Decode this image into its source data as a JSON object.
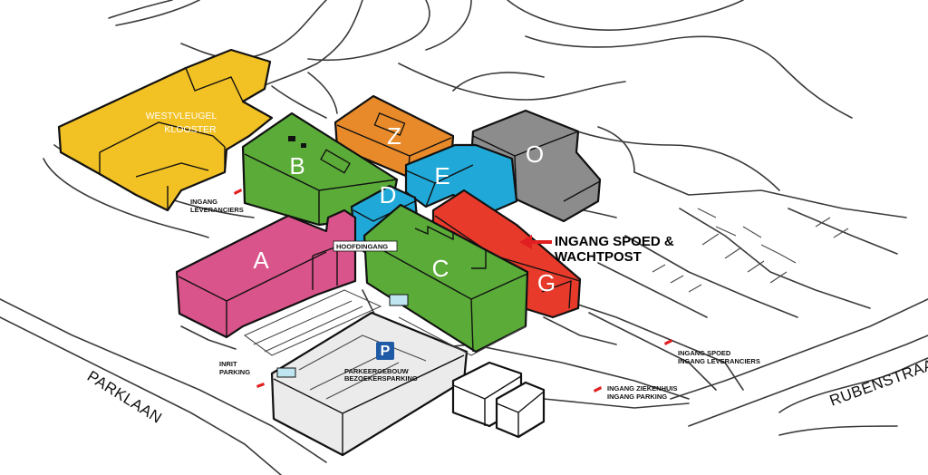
{
  "colors": {
    "westvleugel": "#f2c124",
    "A": "#d9548a",
    "B": "#5aab38",
    "C": "#5aab38",
    "D": "#20a9d8",
    "E": "#20a9d8",
    "G": "#e83a2b",
    "O": "#8c8c8c",
    "Z": "#e88a2a",
    "parking": "#ebebeb",
    "arrow": "#e02020",
    "p_sign": "#1f5aa6"
  },
  "buildings": {
    "westvleugel_line1": "WESTVLEUGEL",
    "westvleugel_line2": "KLOOSTER",
    "A": "A",
    "B": "B",
    "C": "C",
    "D": "D",
    "E": "E",
    "G": "G",
    "O": "O",
    "Z": "Z",
    "parking_sign": "P",
    "parking_label_line1": "PARKEERGEBOUW",
    "parking_label_line2": "BEZOEKERSPARKING"
  },
  "labels": {
    "ingang_leveranciers_1": "INGANG",
    "ingang_leveranciers_2": "LEVERANCIERS",
    "hoofdingang": "HOOFDINGANG",
    "inrit_parking_1": "INRIT",
    "inrit_parking_2": "PARKING",
    "ingang_spoed_1": "INGANG SPOED",
    "ingang_spoed_2": "INGANG LEVERANCIERS",
    "ingang_ziekenhuis_1": "INGANG ZIEKENHUIS",
    "ingang_ziekenhuis_2": "INGANG PARKING",
    "spoed_callout_1": "INGANG SPOED &",
    "spoed_callout_2": "WACHTPOST"
  },
  "streets": {
    "parklaan": "PARKLAAN",
    "rubenstraat": "RUBENSTRAAT"
  }
}
